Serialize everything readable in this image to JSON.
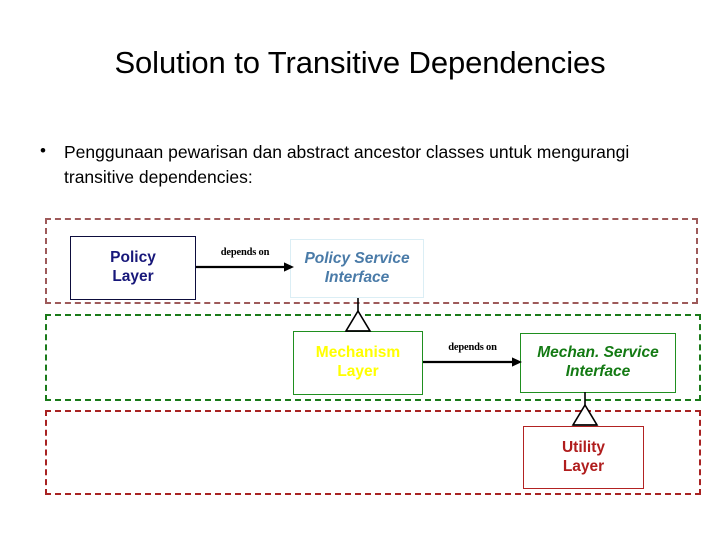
{
  "slide": {
    "title": "Solution to Transitive Dependencies",
    "bullets": [
      {
        "marker": "•",
        "text": "Penggunaan pewarisan dan abstract ancestor classes untuk mengurangi transitive dependencies:"
      }
    ]
  },
  "diagram": {
    "regions": [
      {
        "name": "policy-region",
        "color": "#9e5a5a"
      },
      {
        "name": "mechanism-region",
        "color": "#1a7a1a"
      },
      {
        "name": "utility-region",
        "color": "#a82222"
      }
    ],
    "boxes": [
      {
        "id": "policy-layer",
        "line1": "Policy",
        "line2": "Layer",
        "text_color": "#17177a",
        "border_color": "#0d0d3d",
        "italic": false
      },
      {
        "id": "policy-service-interface",
        "line1": "Policy Service",
        "line2": "Interface",
        "text_color": "#4a7ba8",
        "border_color": "#dbeef5",
        "italic": true
      },
      {
        "id": "mechanism-layer",
        "line1": "Mechanism",
        "line2": "Layer",
        "text_color": "#ffff00",
        "border_color": "#1f8f1f",
        "italic": false
      },
      {
        "id": "mechanism-service-interface",
        "line1": "Mechan. Service",
        "line2": "Interface",
        "text_color": "#137a13",
        "border_color": "#1f8f1f",
        "italic": true
      },
      {
        "id": "utility-layer",
        "line1": "Utility",
        "line2": "Layer",
        "text_color": "#b01d1d",
        "border_color": "#b22222",
        "italic": false
      }
    ],
    "dependency_arrows": [
      {
        "id": "policy-depends-on-policy-service",
        "label": "depends on"
      },
      {
        "id": "mechanism-depends-on-mechanism-service",
        "label": "depends on"
      }
    ],
    "inheritance_links": [
      {
        "id": "mechanism-layer-inherits-policy-service-interface"
      },
      {
        "id": "utility-layer-inherits-mechanism-service-interface"
      }
    ]
  }
}
